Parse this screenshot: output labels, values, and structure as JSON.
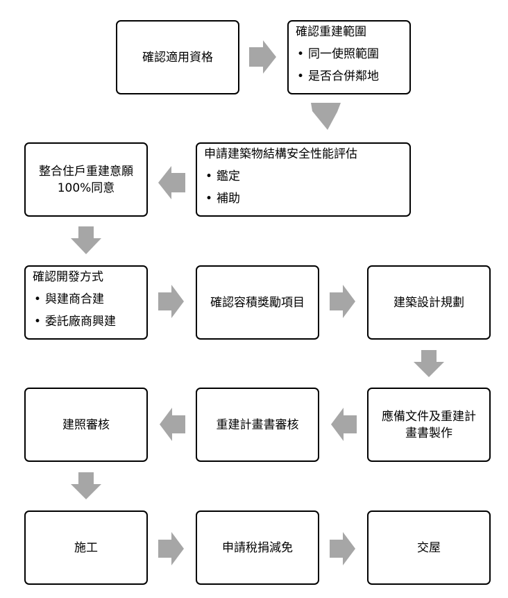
{
  "steps": {
    "s1": "確認適用資格",
    "s2": {
      "title": "確認重建範圍",
      "items": [
        "同一使照範圍",
        "是否合併鄰地"
      ]
    },
    "s3": {
      "title": "申請建築物結構安全性能評估",
      "items": [
        "鑑定",
        "補助"
      ]
    },
    "s4": "整合住戶重建意願100%同意",
    "s5": {
      "title": "確認開發方式",
      "items": [
        "與建商合建",
        "委託廠商興建"
      ]
    },
    "s6": "確認容積獎勵項目",
    "s7": "建築設計規劃",
    "s8": "應備文件及重建計畫書製作",
    "s9": "重建計畫書審核",
    "s10": "建照審核",
    "s11": "施工",
    "s12": "申請稅捐減免",
    "s13": "交屋"
  },
  "colors": {
    "arrow": "#a6a6a6",
    "border": "#000000",
    "fill": "#ffffff"
  }
}
